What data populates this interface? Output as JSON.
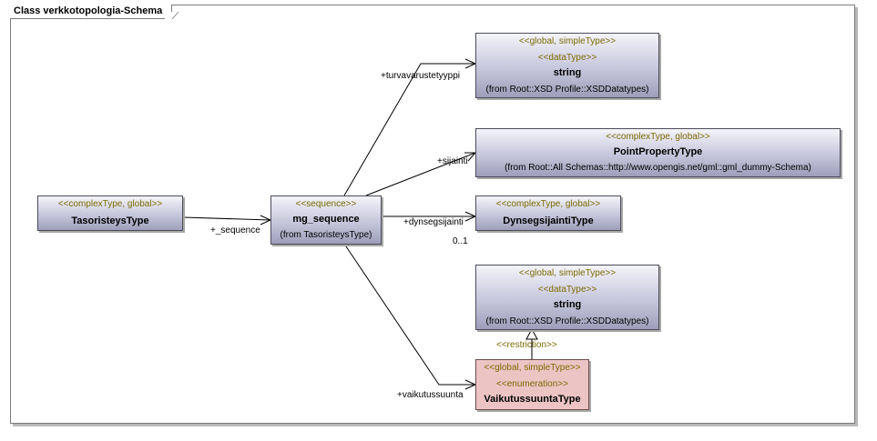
{
  "diagram": {
    "frame_title": "Class verkkotopologia-Schema",
    "classes": {
      "tasoristeys": {
        "stereotype": "<<complexType, global>>",
        "name": "TasoristeysType"
      },
      "mg_sequence": {
        "stereotype": "<<sequence>>",
        "name": "mg_sequence",
        "from": "(from TasoristeysType)"
      },
      "string_top": {
        "stereotype1": "<<global, simpleType>>",
        "stereotype2": "<<dataType>>",
        "name": "string",
        "from": "(from Root::XSD Profile::XSDDatatypes)"
      },
      "pointproperty": {
        "stereotype": "<<complexType, global>>",
        "name": "PointPropertyType",
        "from": "(from Root::All Schemas::http://www.opengis.net/gml::gml_dummy-Schema)"
      },
      "dynsegsijainti": {
        "stereotype": "<<complexType, global>>",
        "name": "DynsegsijaintiType"
      },
      "string_bottom": {
        "stereotype1": "<<global, simpleType>>",
        "stereotype2": "<<dataType>>",
        "name": "string",
        "from": "(from Root::XSD Profile::XSDDatatypes)"
      },
      "vaikutussuunta": {
        "stereotype1": "<<global, simpleType>>",
        "stereotype2": "<<enumeration>>",
        "name": "VaikutussuuntaType"
      }
    },
    "edge_labels": {
      "sequence": "+_sequence",
      "turvavarustetyyppi": "+turvavarustetyyppi",
      "sijainti": "+sijainti",
      "dynsegsijainti": "+dynsegsijainti",
      "multiplicity": "0..1",
      "vaikutussuunta": "+vaikutussuunta",
      "restriction": "<<restriction>>"
    }
  }
}
